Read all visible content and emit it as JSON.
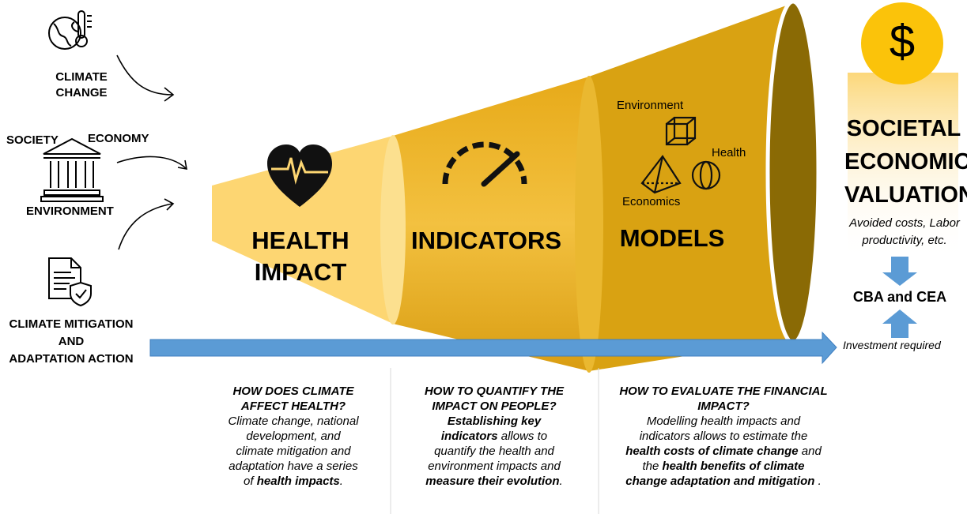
{
  "inputs": {
    "climate_change": [
      "CLIMATE",
      "CHANGE"
    ],
    "society": "SOCIETY",
    "economy": "ECONOMY",
    "environment": "ENVIRONMENT",
    "climate_action": [
      "CLIMATE MITIGATION",
      "AND",
      "ADAPTATION ACTION"
    ]
  },
  "funnel": {
    "health_impact": [
      "HEALTH",
      "IMPACT"
    ],
    "indicators": "INDICATORS",
    "models": "MODELS",
    "model_labels": {
      "environment": "Environment",
      "health": "Health",
      "economics": "Economics"
    }
  },
  "valuation": {
    "currency_symbol": "$",
    "title": [
      "SOCIETAL",
      "ECONOMIC",
      "VALUATION"
    ],
    "note": [
      "Avoided costs, Labor",
      "productivity, etc."
    ],
    "cba": "CBA and CEA",
    "investment": "Investment required"
  },
  "questions": {
    "q1": {
      "heading": [
        "HOW DOES CLIMATE",
        "AFFECT HEALTH?"
      ],
      "line1": "Climate change, national",
      "line2": "development, and",
      "line3": "climate mitigation and",
      "line4": "adaptation have a series",
      "line5_pre": "of ",
      "line5_bold": "health impacts",
      "line5_post": "."
    },
    "q2": {
      "heading": [
        "HOW TO QUANTIFY THE",
        "IMPACT ON PEOPLE?"
      ],
      "line1_bold": "Establishing key",
      "line2_bold": "indicators",
      "line2_post": " allows to",
      "line3": "quantify the health and",
      "line4": "environment impacts and",
      "line5_bold": "measure their evolution",
      "line5_post": "."
    },
    "q3": {
      "heading": [
        "HOW TO EVALUATE THE FINANCIAL",
        "IMPACT?"
      ],
      "line1": "Modelling health impacts and",
      "line2": "indicators allows to estimate the",
      "line3_bold": "health costs of climate change",
      "line3_post": " and",
      "line4_pre": "the ",
      "line4_bold": "health benefits of climate",
      "line5_bold": "change adaptation and mitigation",
      "line5_post": " ."
    }
  },
  "colors": {
    "funnel_light": "#fdd267",
    "funnel_mid": "#edb534",
    "funnel_dark": "#b8860b",
    "coin": "#fbc30a",
    "arrow_blue": "#5b9bd5"
  },
  "icons": [
    "globe-thermometer-icon",
    "bank-building-icon",
    "document-shield-icon",
    "heart-pulse-icon",
    "speedometer-icon",
    "cube-icon",
    "pyramid-icon",
    "sphere-icon",
    "curved-arrow-icon",
    "dollar-icon"
  ]
}
